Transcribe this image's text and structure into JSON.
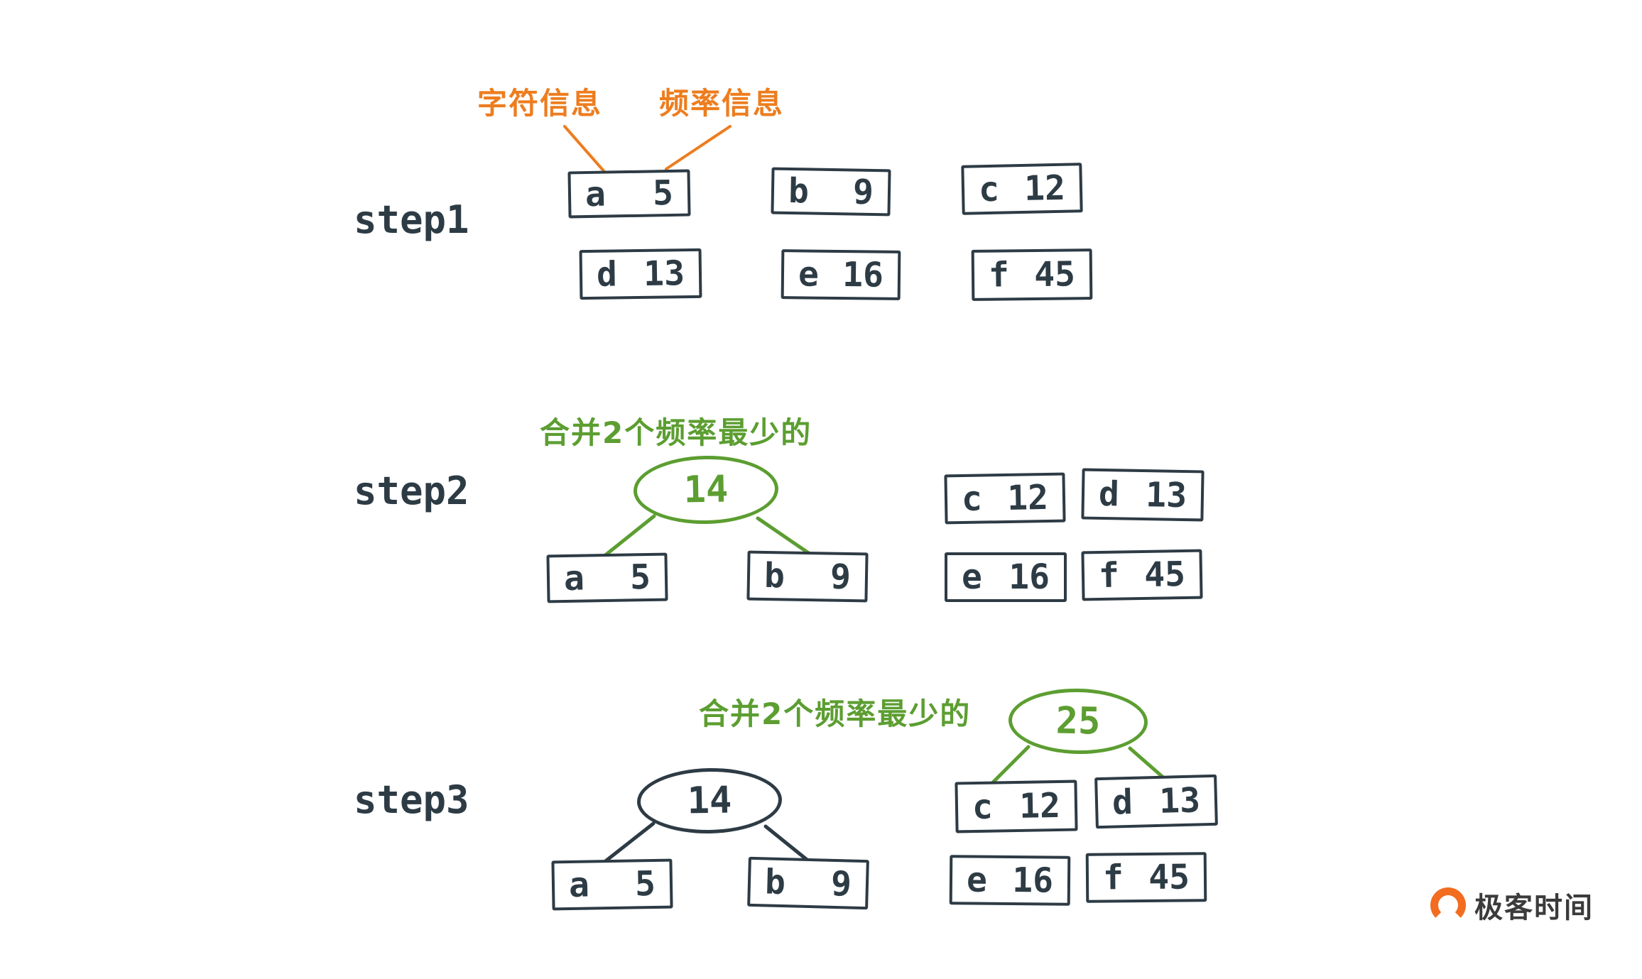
{
  "colors": {
    "ink": "#2d3b45",
    "orange": "#ed7d1f",
    "green": "#5c9e31"
  },
  "annotations": {
    "char_info": "字符信息",
    "freq_info": "频率信息"
  },
  "steps": [
    {
      "label": "step1",
      "boxes": [
        {
          "char": "a",
          "freq": "5"
        },
        {
          "char": "b",
          "freq": "9"
        },
        {
          "char": "c",
          "freq": "12"
        },
        {
          "char": "d",
          "freq": "13"
        },
        {
          "char": "e",
          "freq": "16"
        },
        {
          "char": "f",
          "freq": "45"
        }
      ]
    },
    {
      "label": "step2",
      "merge_label": "合并2个频率最少的",
      "merged_value": "14",
      "boxes": [
        {
          "char": "a",
          "freq": "5"
        },
        {
          "char": "b",
          "freq": "9"
        },
        {
          "char": "c",
          "freq": "12"
        },
        {
          "char": "d",
          "freq": "13"
        },
        {
          "char": "e",
          "freq": "16"
        },
        {
          "char": "f",
          "freq": "45"
        }
      ]
    },
    {
      "label": "step3",
      "merge_label": "合并2个频率最少的",
      "node14": "14",
      "merged_value": "25",
      "boxes": [
        {
          "char": "a",
          "freq": "5"
        },
        {
          "char": "b",
          "freq": "9"
        },
        {
          "char": "c",
          "freq": "12"
        },
        {
          "char": "d",
          "freq": "13"
        },
        {
          "char": "e",
          "freq": "16"
        },
        {
          "char": "f",
          "freq": "45"
        }
      ]
    }
  ],
  "logo": {
    "text": "极客时间"
  }
}
